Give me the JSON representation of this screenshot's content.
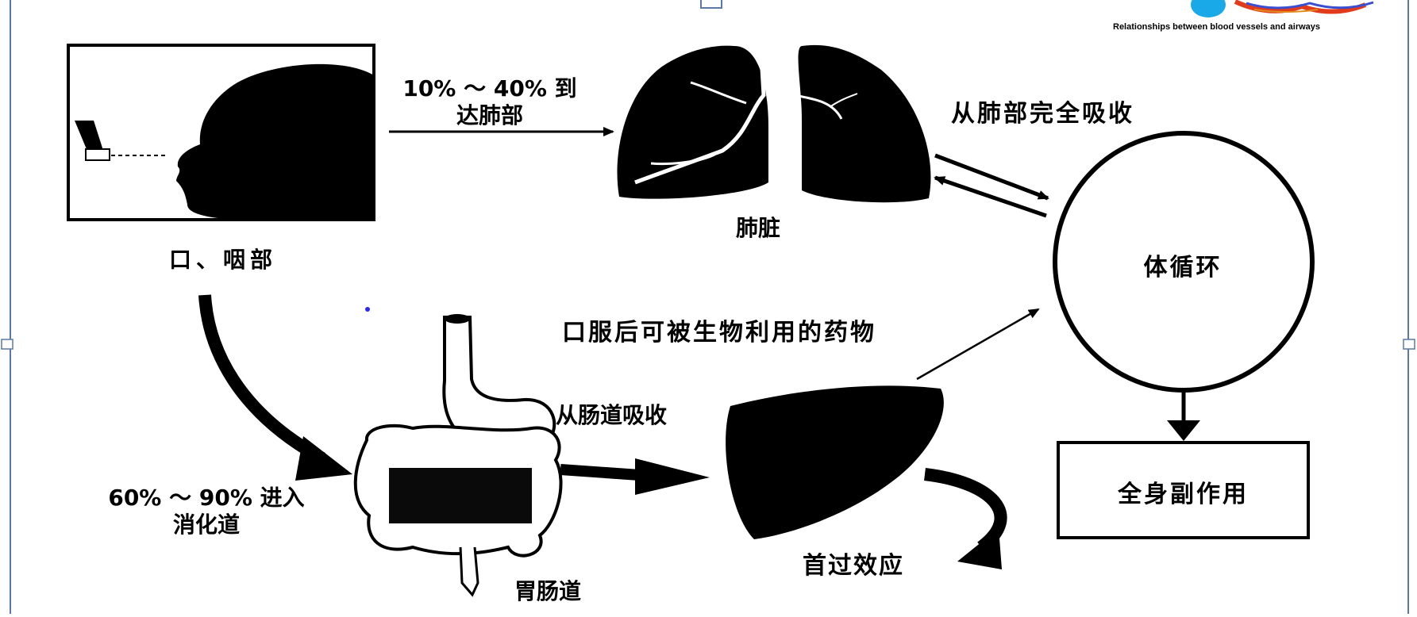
{
  "corner_caption": "Relationships between blood vessels and airways",
  "labels": {
    "mouth_throat": "口、咽部",
    "to_lung_pct": "10% ～ 40% 到",
    "to_lung_text": "达肺部",
    "lung": "肺脏",
    "lung_absorb": "从肺部完全吸收",
    "systemic_circulation": "体循环",
    "oral_bioavailable": "口服后可被生物利用的药物",
    "gut_absorb": "从肠道吸收",
    "to_gi_pct": "60% ～ 90% 进入",
    "to_gi_text": "消化道",
    "gi_tract": "胃肠道",
    "first_pass": "首过效应",
    "systemic_side_effects": "全身副作用"
  }
}
